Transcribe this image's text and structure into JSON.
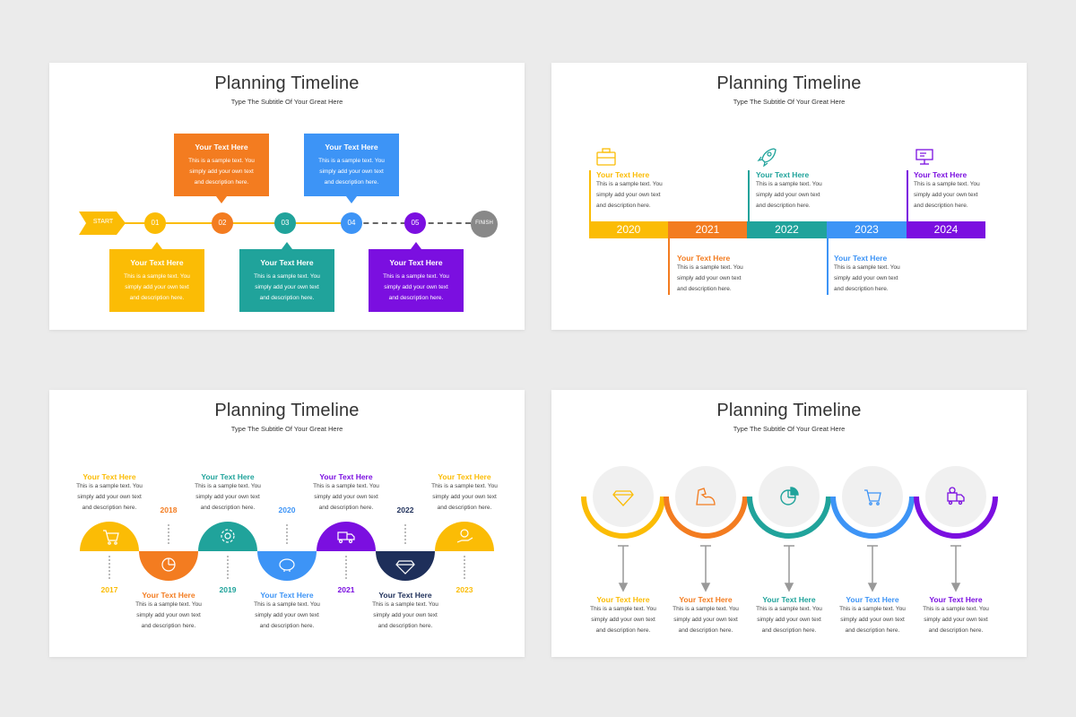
{
  "common": {
    "title": "Planning Timeline",
    "subtitle": "Type The Subtitle Of Your Great Here",
    "item_title": "Your Text Here",
    "body_line1": "This is a sample text. You",
    "body_line2": "simply add your own text",
    "body_line3": "and description here."
  },
  "colors": {
    "yellow": "#fbbc05",
    "orange": "#f37c20",
    "teal": "#20a39b",
    "blue": "#3d94f6",
    "purple": "#7b0fe0",
    "navy": "#1e2f5a",
    "gray": "#888888"
  },
  "slide1": {
    "start_label": "START",
    "finish_label": "FINISH",
    "steps": [
      "01",
      "02",
      "03",
      "04",
      "05"
    ]
  },
  "slide2": {
    "years": [
      "2020",
      "2021",
      "2022",
      "2023",
      "2024"
    ],
    "icons": [
      "briefcase-icon",
      "rocket-icon",
      "presentation-icon"
    ]
  },
  "slide3": {
    "years": [
      "2017",
      "2018",
      "2019",
      "2020",
      "2021",
      "2022",
      "2023"
    ],
    "icons": [
      "cart-icon",
      "pie-chart-icon",
      "gear-icon",
      "piggy-bank-icon",
      "delivery-truck-icon",
      "diamond-icon",
      "money-hand-icon"
    ]
  },
  "slide4": {
    "icons": [
      "diamond-icon",
      "strength-arm-icon",
      "pie-chart-icon",
      "cart-icon",
      "delivery-truck-icon"
    ]
  }
}
